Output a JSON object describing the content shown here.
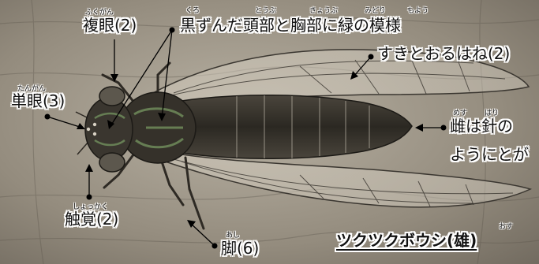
{
  "subject": {
    "title": "ツクツクボウシ(雄)",
    "title_ruby": "おす"
  },
  "labels": {
    "compound_eye": {
      "text": "複眼(2)",
      "ruby": "ふくがん"
    },
    "body_marking": {
      "text": "黒ずんだ頭部と胸部に緑の模様",
      "ruby": [
        "くろ",
        "とうぶ",
        "きょうぶ",
        "みどり",
        "もよう"
      ]
    },
    "wings": {
      "text": "すきとおるはね(2)"
    },
    "ocelli": {
      "text": "単眼(3)",
      "ruby": "たんがん"
    },
    "ovipositor_note": {
      "line1": "雌は針の",
      "line2": "ようにとが",
      "ruby": [
        "めす",
        "はり"
      ]
    },
    "antenna": {
      "text": "触覚(2)",
      "ruby": "しょっかく"
    },
    "legs": {
      "text": "脚(6)",
      "ruby": "あし"
    }
  },
  "colors": {
    "background": "#8b8478",
    "insect_body": "#2e2a24",
    "wing_vein": "#3a3630",
    "label_text": "#111111",
    "label_outline": "#ffffff"
  }
}
